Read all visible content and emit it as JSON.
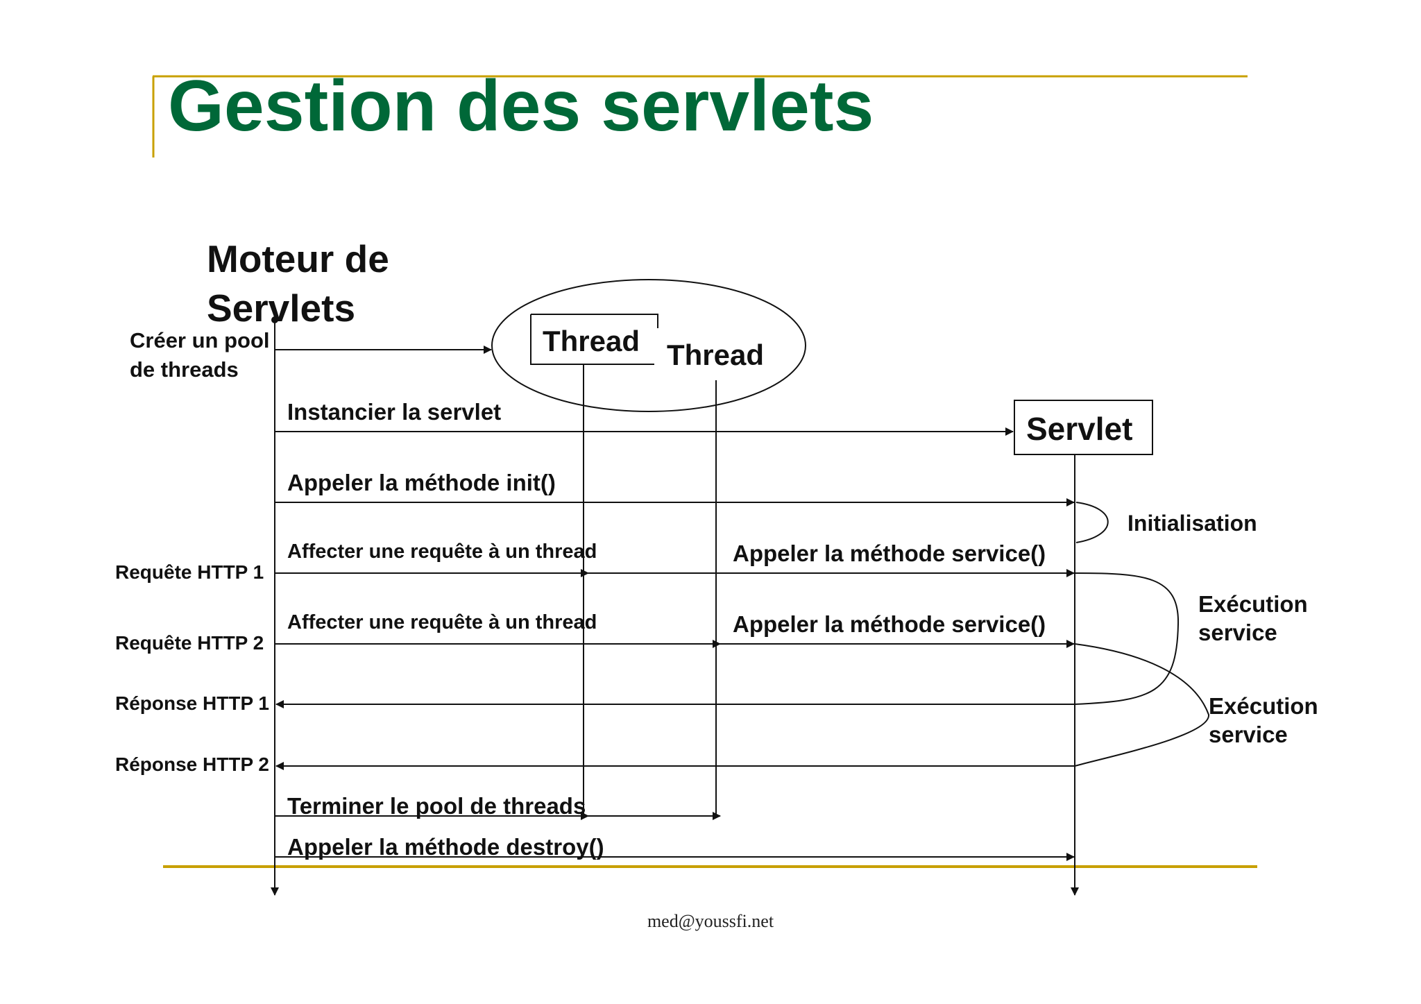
{
  "title": "Gestion des servlets",
  "colors": {
    "title": "#006838",
    "accent_rule": "#C8A000",
    "ink": "#111111"
  },
  "participants": {
    "engine_line1": "Moteur de",
    "engine_line2": "Servlets",
    "thread1": "Thread",
    "thread2": "Thread",
    "servlet": "Servlet"
  },
  "messages": {
    "create_pool_line1": "Créer un pool",
    "create_pool_line2": "de threads",
    "instantiate": "Instancier la servlet",
    "init_call": "Appeler la méthode init()",
    "assign_request_1": "Affecter une requête à un thread",
    "assign_request_2": "Affecter une requête à un thread",
    "service_call_1": "Appeler la méthode service()",
    "service_call_2": "Appeler la méthode service()",
    "terminate_pool": "Terminer le pool de threads",
    "destroy_call": "Appeler la méthode destroy()"
  },
  "events": {
    "request_1": "Requête HTTP 1",
    "request_2": "Requête HTTP 2",
    "response_1": "Réponse HTTP 1",
    "response_2": "Réponse HTTP 2"
  },
  "notes": {
    "initialisation": "Initialisation",
    "execution_1_line1": "Exécution",
    "execution_1_line2": "service",
    "execution_2_line1": "Exécution",
    "execution_2_line2": "service"
  },
  "footer": "med@youssfi.net"
}
